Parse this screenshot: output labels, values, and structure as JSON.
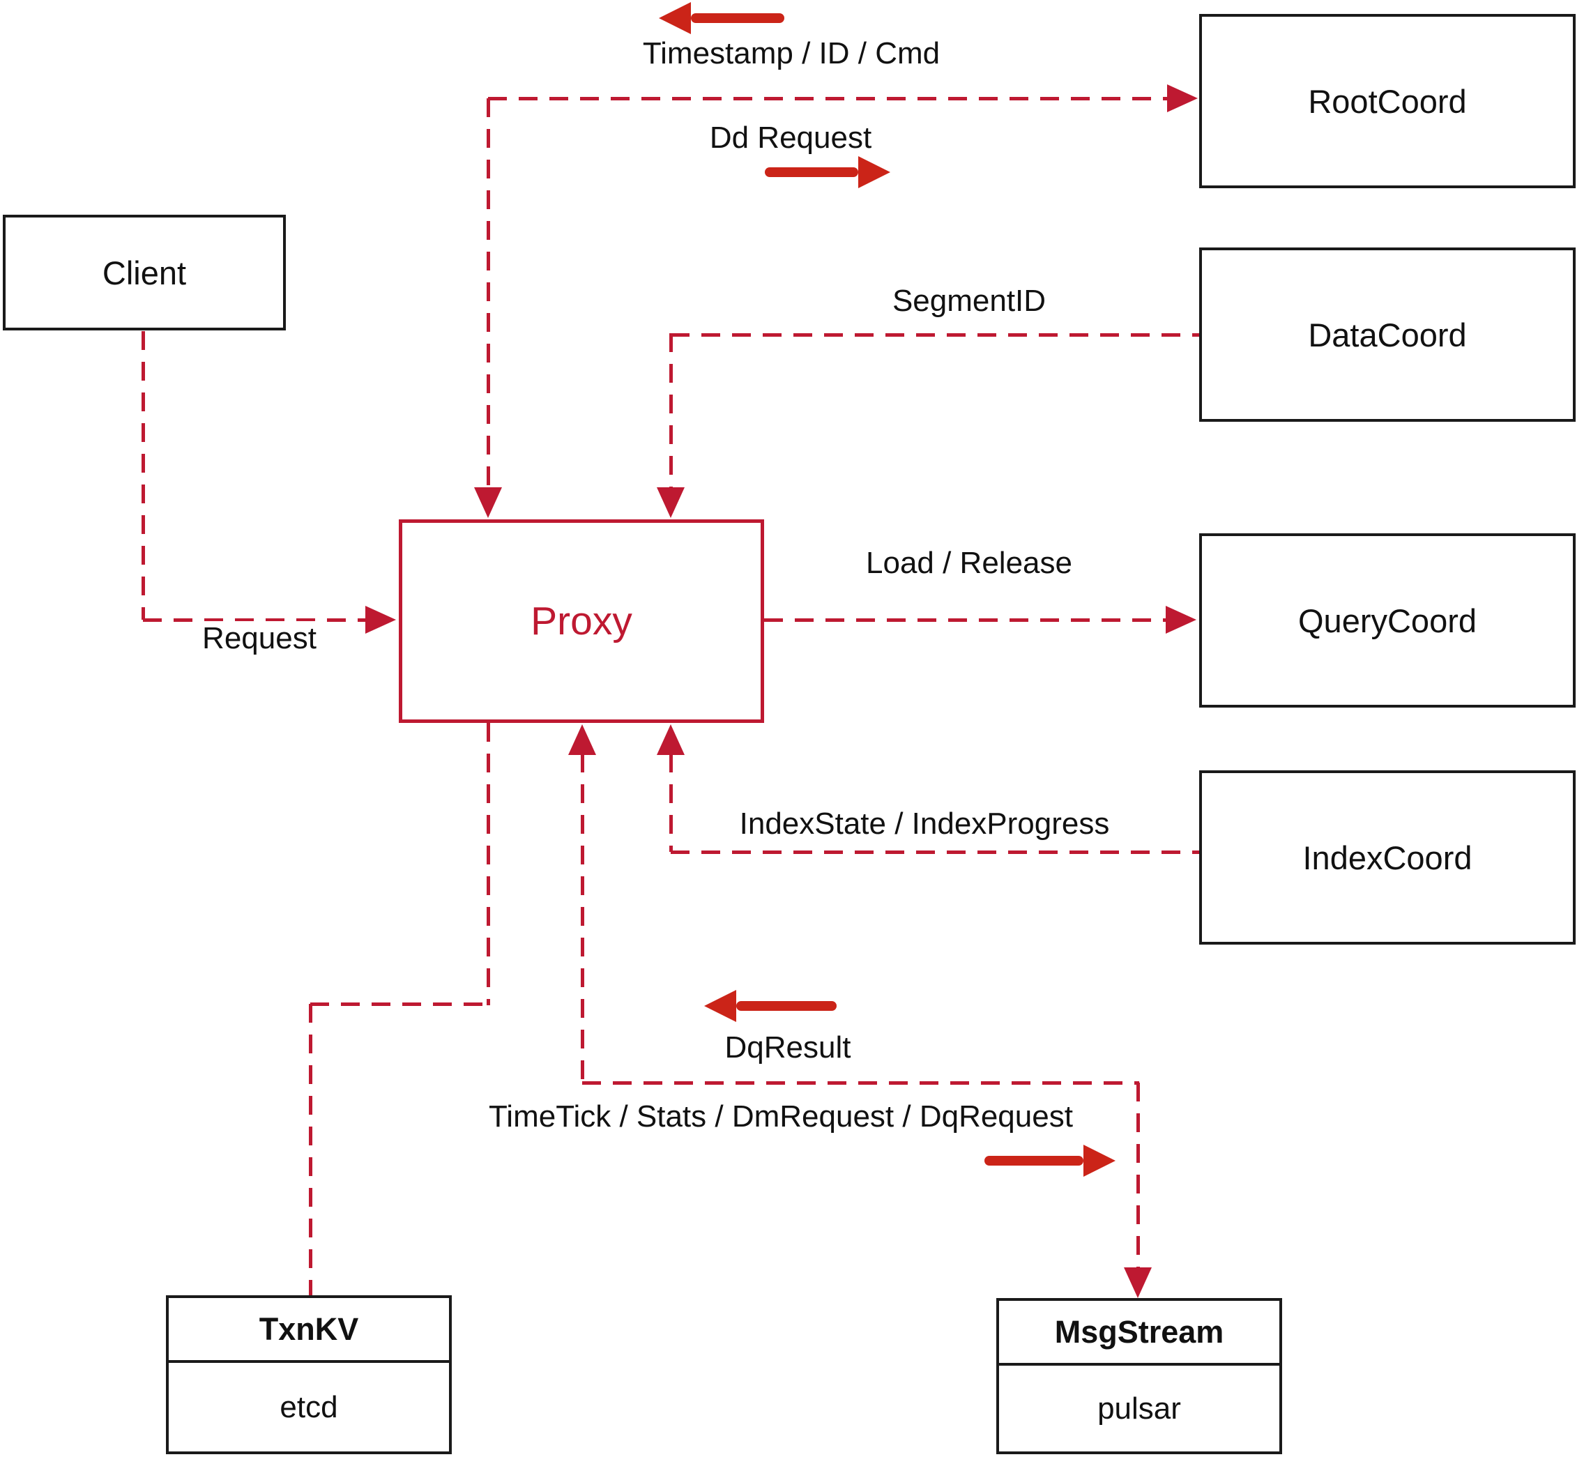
{
  "diagram": {
    "nodes": {
      "client": {
        "label": "Client"
      },
      "root_coord": {
        "label": "RootCoord"
      },
      "data_coord": {
        "label": "DataCoord"
      },
      "query_coord": {
        "label": "QueryCoord"
      },
      "index_coord": {
        "label": "IndexCoord"
      },
      "proxy": {
        "label": "Proxy"
      },
      "txn_kv": {
        "title": "TxnKV",
        "impl": "etcd"
      },
      "msg_stream": {
        "title": "MsgStream",
        "impl": "pulsar"
      }
    },
    "edge_labels": {
      "timestamp_id_cmd": "Timestamp / ID / Cmd",
      "dd_request": "Dd Request",
      "segment_id": "SegmentID",
      "request": "Request",
      "load_release": "Load / Release",
      "index_state": "IndexState / IndexProgress",
      "dq_result": "DqResult",
      "timetick": "TimeTick / Stats / DmRequest / DqRequest"
    },
    "colors": {
      "connector_dash_red": "#BE1931",
      "solid_arrow_red": "#CB2418",
      "box_border_black": "#1A1A1A",
      "text_black": "#111111",
      "background": "#FFFFFF"
    }
  }
}
